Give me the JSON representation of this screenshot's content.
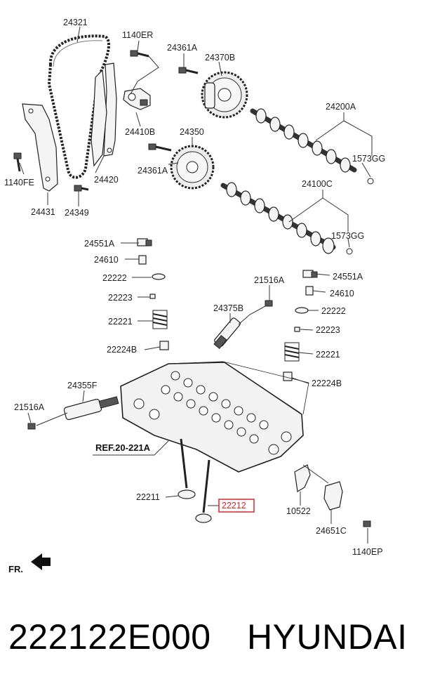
{
  "diagram": {
    "labels": {
      "l24321": "24321",
      "l1140ER": "1140ER",
      "l24361A_top": "24361A",
      "l24370B": "24370B",
      "l24410B": "24410B",
      "l24350": "24350",
      "l24200A": "24200A",
      "l1573GG_top": "1573GG",
      "l24361A_mid": "24361A",
      "l1140FE": "1140FE",
      "l24420": "24420",
      "l24100C": "24100C",
      "l24431": "24431",
      "l24349": "24349",
      "l1573GG_mid": "1573GG",
      "l24551A_left": "24551A",
      "l24610_left": "24610",
      "l22222_left": "22222",
      "l22223_left": "22223",
      "l22221_left": "22221",
      "l22224B_left": "22224B",
      "l21516A_top": "21516A",
      "l24551A_right": "24551A",
      "l24610_right": "24610",
      "l22222_right": "22222",
      "l22223_right": "22223",
      "l22221_right": "22221",
      "l22224B_right": "22224B",
      "l24375B": "24375B",
      "l24355F": "24355F",
      "l21516A_left": "21516A",
      "ref": "REF.20-221A",
      "l22211": "22211",
      "l22212": "22212",
      "l10522": "10522",
      "l24651C": "24651C",
      "l1140EP": "1140EP",
      "fr": "FR."
    },
    "highlight_color": "#d9262c"
  },
  "footer": {
    "part_number": "222122E000",
    "brand": "HYUNDAI"
  }
}
